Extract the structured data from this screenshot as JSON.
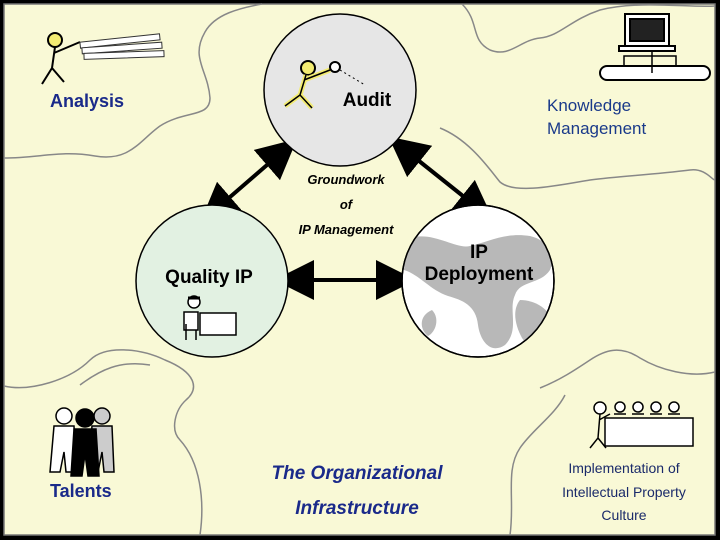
{
  "diagram": {
    "corners": {
      "analysis": "Analysis",
      "knowledge_line1": "Knowledge",
      "knowledge_line2": "Management",
      "talents": "Talents",
      "culture_line1": "Implementation of",
      "culture_line2": "Intellectual Property",
      "culture_line3": "Culture"
    },
    "circles": {
      "audit": "Audit",
      "quality": "Quality IP",
      "deploy_line1": "IP",
      "deploy_line2": "Deployment"
    },
    "groundwork": {
      "line1": "Groundwork",
      "line2": "of",
      "line3": "IP Management"
    },
    "infrastructure": {
      "line1": "The Organizational",
      "line2": "Infrastructure"
    }
  },
  "colors": {
    "puzzle": "#f9f9d6",
    "audit_circle": "#e6e6e6",
    "quality_circle": "#e2f1e2",
    "analysis_text": "#1a2a8a"
  }
}
